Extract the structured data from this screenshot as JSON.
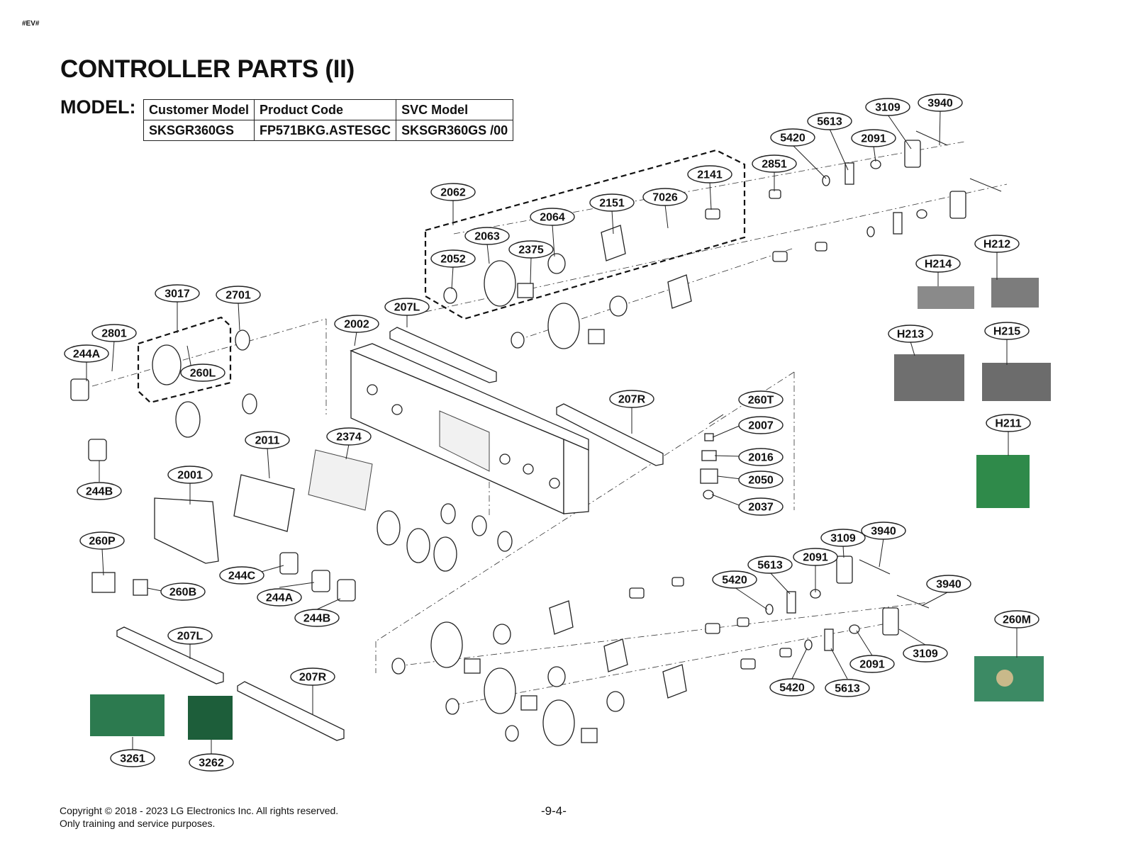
{
  "doc_tag": "#EV#",
  "title": "CONTROLLER PARTS (II)",
  "model_label": "MODEL:",
  "model_table": {
    "headers": [
      "Customer Model",
      "Product Code",
      "SVC Model"
    ],
    "row": [
      "SKSGR360GS",
      "FP571BKG.ASTESGC",
      "SKSGR360GS  /00"
    ]
  },
  "part_labels": [
    "3109",
    "3940",
    "5613",
    "5420",
    "2091",
    "2851",
    "2141",
    "7026",
    "2151",
    "2062",
    "2064",
    "2063",
    "2375",
    "2052",
    "H212",
    "H214",
    "H213",
    "H215",
    "H211",
    "3017",
    "2701",
    "2801",
    "244A",
    "260L",
    "207L",
    "2002",
    "207R",
    "260T",
    "2007",
    "2016",
    "2050",
    "2037",
    "2011",
    "2374",
    "2001",
    "244B",
    "260P",
    "260B",
    "244C",
    "244A",
    "244B",
    "3109",
    "3940",
    "5613",
    "2091",
    "5420",
    "3940",
    "260M",
    "3109",
    "2091",
    "5420",
    "5613",
    "207L",
    "207R",
    "3261",
    "3262"
  ],
  "footer": {
    "copyright": "Copyright © 2018 - 2023 LG Electronics Inc. All rights reserved.",
    "purpose": "Only training and service purposes.",
    "page": "-9-4-"
  },
  "colors": {
    "ink": "#111111",
    "board_green": "#2f8a4a",
    "board_dark": "#1d5e3a",
    "photo_gray": "#6f6f6f"
  }
}
